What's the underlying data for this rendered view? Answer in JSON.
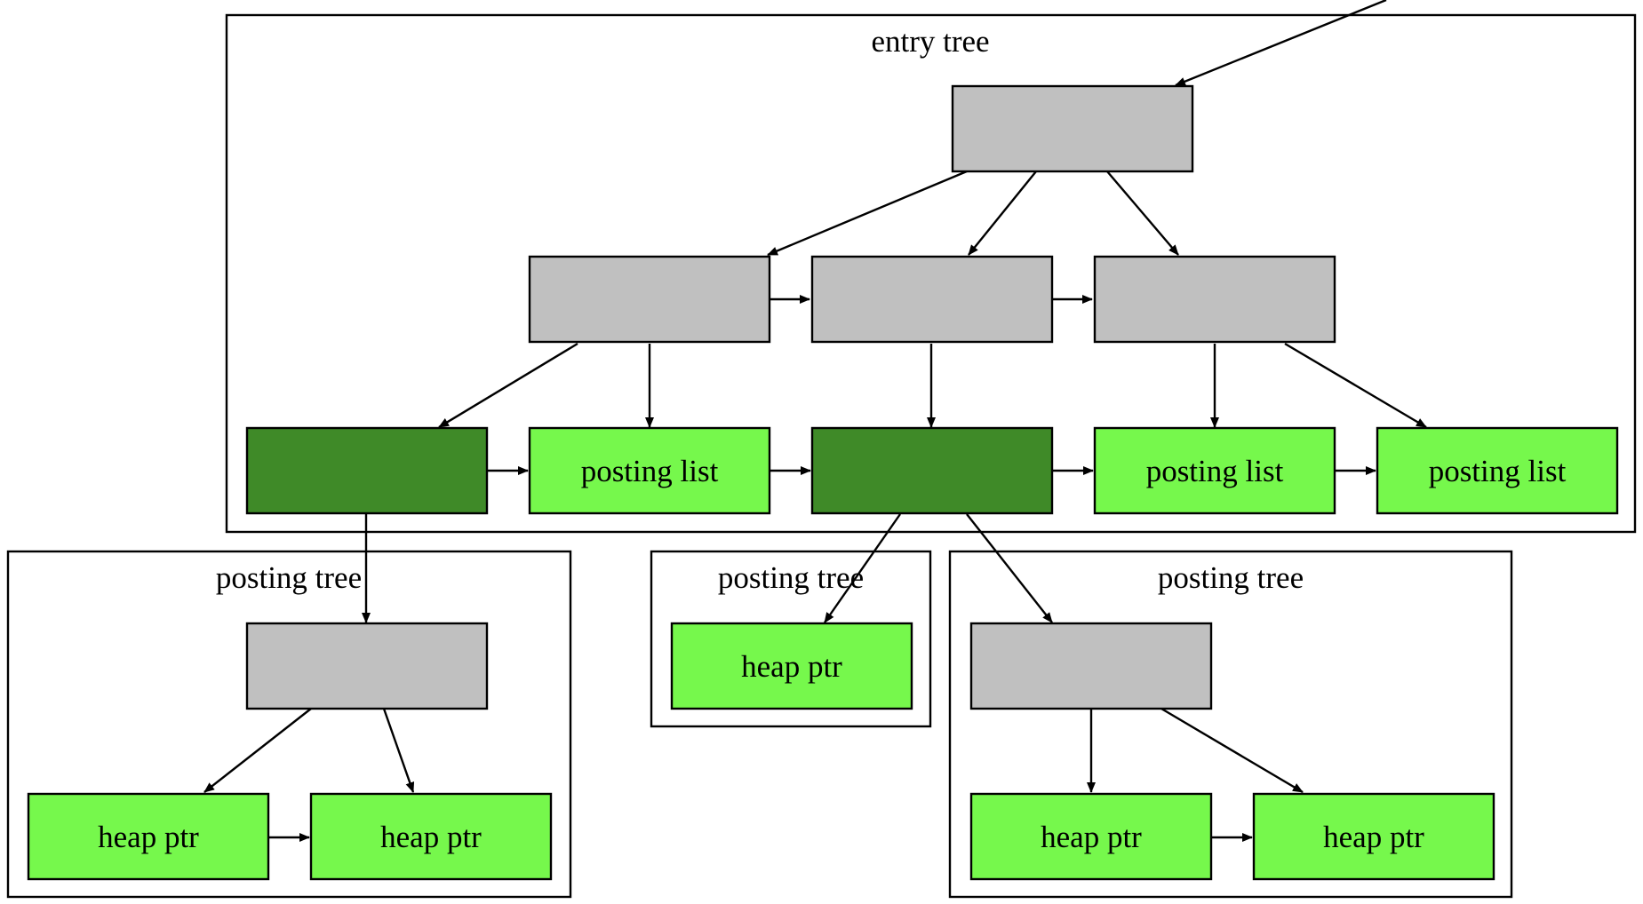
{
  "clusters": {
    "entry_tree": {
      "label": "entry tree"
    },
    "posting_tree_left": {
      "label": "posting tree"
    },
    "posting_tree_middle": {
      "label": "posting tree"
    },
    "posting_tree_right": {
      "label": "posting tree"
    }
  },
  "nodes": {
    "entry_root": {
      "label": "",
      "color": "#c0c0c0"
    },
    "entry_inner_1": {
      "label": "",
      "color": "#c0c0c0"
    },
    "entry_inner_2": {
      "label": "",
      "color": "#c0c0c0"
    },
    "entry_inner_3": {
      "label": "",
      "color": "#c0c0c0"
    },
    "entry_leaf_1": {
      "label": "",
      "color": "#3f8a28"
    },
    "entry_leaf_2": {
      "label": "posting list",
      "color": "#76f84c"
    },
    "entry_leaf_3": {
      "label": "",
      "color": "#3f8a28"
    },
    "entry_leaf_4": {
      "label": "posting list",
      "color": "#76f84c"
    },
    "entry_leaf_5": {
      "label": "posting list",
      "color": "#76f84c"
    },
    "pt_left_root": {
      "label": "",
      "color": "#c0c0c0"
    },
    "pt_left_leaf_1": {
      "label": "heap ptr",
      "color": "#76f84c"
    },
    "pt_left_leaf_2": {
      "label": "heap ptr",
      "color": "#76f84c"
    },
    "pt_mid_leaf": {
      "label": "heap ptr",
      "color": "#76f84c"
    },
    "pt_right_root": {
      "label": "",
      "color": "#c0c0c0"
    },
    "pt_right_leaf_1": {
      "label": "heap ptr",
      "color": "#76f84c"
    },
    "pt_right_leaf_2": {
      "label": "heap ptr",
      "color": "#76f84c"
    }
  },
  "edges": [
    {
      "from": "external",
      "to": "entry_root"
    },
    {
      "from": "entry_root",
      "to": "entry_inner_1"
    },
    {
      "from": "entry_root",
      "to": "entry_inner_2"
    },
    {
      "from": "entry_root",
      "to": "entry_inner_3"
    },
    {
      "from": "entry_inner_1",
      "to": "entry_inner_2"
    },
    {
      "from": "entry_inner_2",
      "to": "entry_inner_3"
    },
    {
      "from": "entry_inner_1",
      "to": "entry_leaf_1"
    },
    {
      "from": "entry_inner_1",
      "to": "entry_leaf_2"
    },
    {
      "from": "entry_inner_2",
      "to": "entry_leaf_3"
    },
    {
      "from": "entry_inner_3",
      "to": "entry_leaf_4"
    },
    {
      "from": "entry_inner_3",
      "to": "entry_leaf_5"
    },
    {
      "from": "entry_leaf_1",
      "to": "entry_leaf_2"
    },
    {
      "from": "entry_leaf_2",
      "to": "entry_leaf_3"
    },
    {
      "from": "entry_leaf_3",
      "to": "entry_leaf_4"
    },
    {
      "from": "entry_leaf_4",
      "to": "entry_leaf_5"
    },
    {
      "from": "entry_leaf_1",
      "to": "pt_left_root"
    },
    {
      "from": "entry_leaf_3",
      "to": "pt_mid_leaf"
    },
    {
      "from": "entry_leaf_3",
      "to": "pt_right_root"
    },
    {
      "from": "pt_left_root",
      "to": "pt_left_leaf_1"
    },
    {
      "from": "pt_left_root",
      "to": "pt_left_leaf_2"
    },
    {
      "from": "pt_left_leaf_1",
      "to": "pt_left_leaf_2"
    },
    {
      "from": "pt_right_root",
      "to": "pt_right_leaf_1"
    },
    {
      "from": "pt_right_root",
      "to": "pt_right_leaf_2"
    },
    {
      "from": "pt_right_leaf_1",
      "to": "pt_right_leaf_2"
    }
  ]
}
